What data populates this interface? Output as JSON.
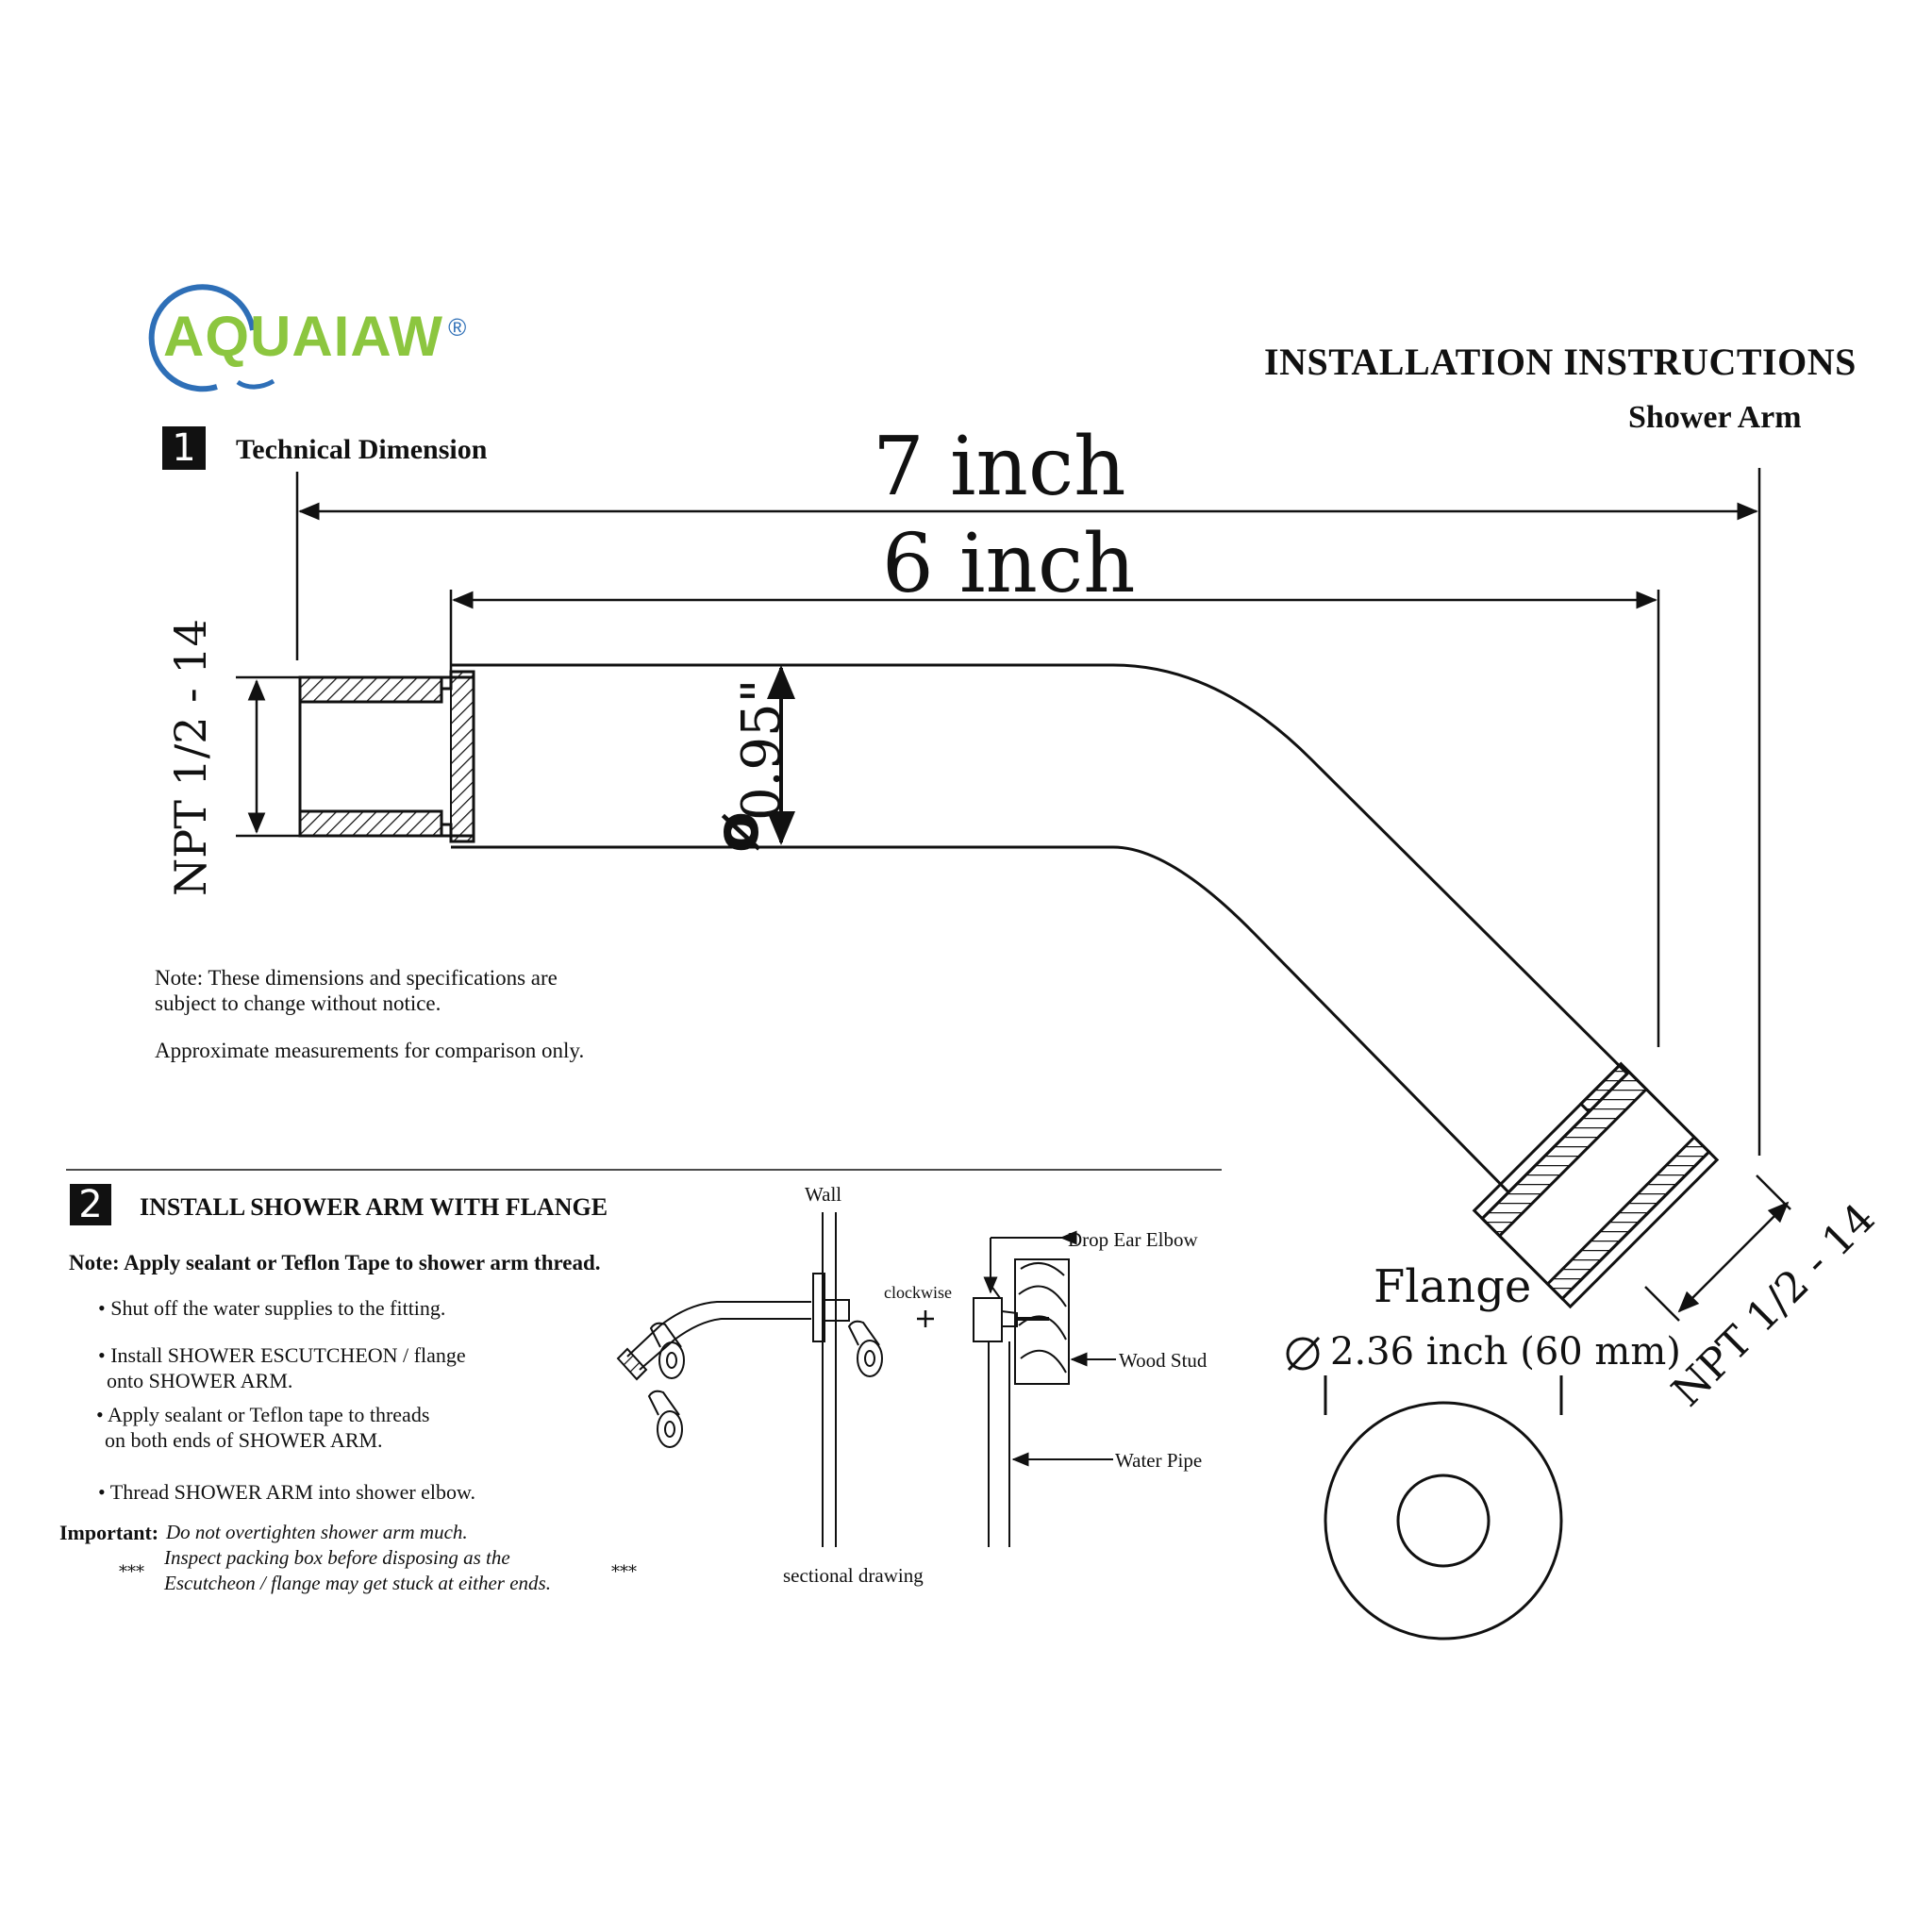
{
  "brand": {
    "name": "AQUAIAW",
    "registered": "®"
  },
  "header": {
    "title": "INSTALLATION INSTRUCTIONS",
    "subtitle": "Shower Arm"
  },
  "section1": {
    "number": "1",
    "title": "Technical Dimension",
    "dim_overall": "7 inch",
    "dim_arm": "6 inch",
    "dim_diameter": "0.95\"",
    "thread_left": "NPT 1/2 - 14",
    "thread_right": "NPT 1/2 - 14",
    "note_line1": "Note: These dimensions and specifications are",
    "note_line2": "subject to change without notice.",
    "note_line3": "Approximate measurements for comparison only."
  },
  "flange": {
    "label": "Flange",
    "dimension": "2.36 inch (60 mm)"
  },
  "section2": {
    "number": "2",
    "title": "INSTALL SHOWER ARM WITH FLANGE",
    "note": "Note: Apply sealant or Teflon Tape to shower arm thread.",
    "bullets": [
      "• Shut off the water supplies to the fitting.",
      "• Install SHOWER ESCUTCHEON / flange",
      "onto SHOWER ARM.",
      "• Apply sealant or Teflon tape to threads",
      "on both ends of SHOWER ARM.",
      "• Thread SHOWER ARM into shower elbow."
    ],
    "important_label": "Important:",
    "important_line1": "Do not overtighten shower arm much.",
    "important_line2": "Inspect packing box before disposing as the",
    "important_line3": "Escutcheon / flange may get stuck at either ends.",
    "stars": "***"
  },
  "sectional": {
    "wall": "Wall",
    "clockwise": "clockwise",
    "plus": "+",
    "drop_ear_elbow": "Drop Ear Elbow",
    "wood_stud": "Wood Stud",
    "water_pipe": "Water Pipe",
    "caption": "sectional drawing"
  },
  "colors": {
    "logo_green": "#8cc63f",
    "logo_blue": "#2e6fb7",
    "ink": "#111111"
  }
}
